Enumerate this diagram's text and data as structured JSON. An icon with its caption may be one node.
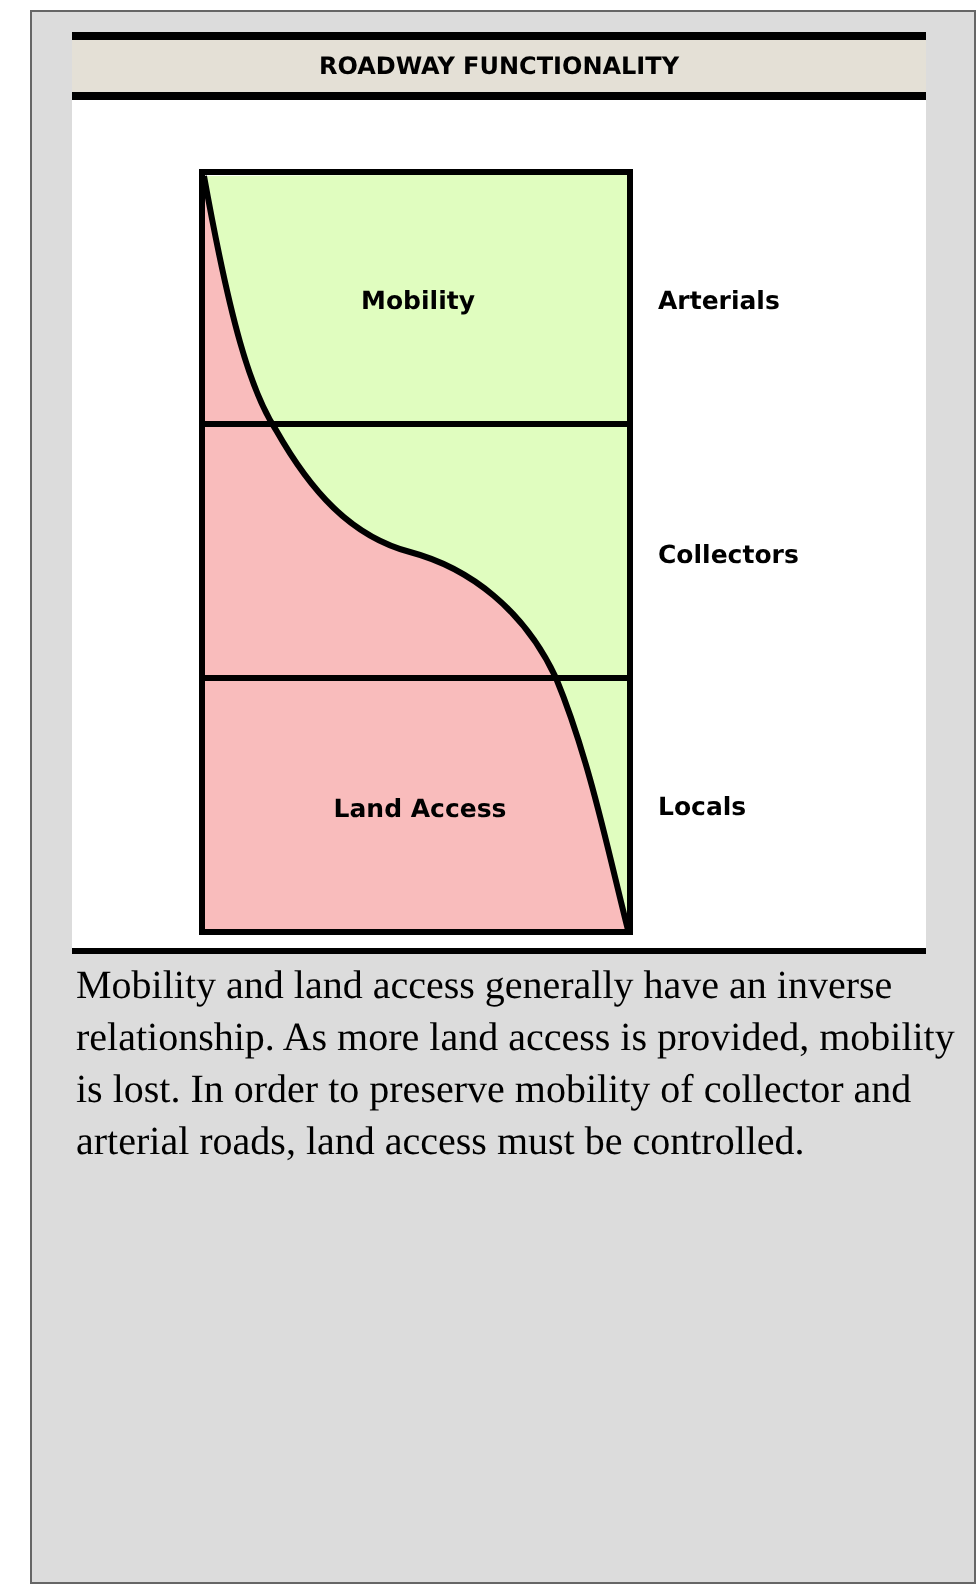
{
  "diagram": {
    "title": "ROADWAY FUNCTIONALITY",
    "caption": "Mobility and land access generally have an inverse relationship.  As more land access is provided, mobility is lost.  In order to preserve mobility of collector and arterial roads, land access must be controlled.",
    "labels": [
      "Mobility",
      "Arterials",
      "Collectors",
      "Land Access",
      "Locals"
    ]
  }
}
